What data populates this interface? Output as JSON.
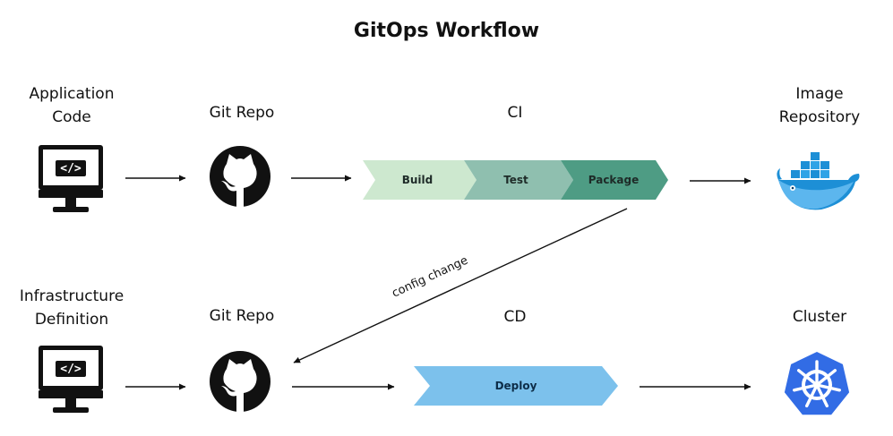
{
  "title": "GitOps Workflow",
  "labels": {
    "application_code": "Application\nCode",
    "git_repo_top": "Git Repo",
    "ci": "CI",
    "image_repository": "Image\nRepository",
    "infrastructure_definition": "Infrastructure\nDefinition",
    "git_repo_bottom": "Git Repo",
    "cd": "CD",
    "cluster": "Cluster"
  },
  "ci_stages": [
    "Build",
    "Test",
    "Package"
  ],
  "cd_stage": "Deploy",
  "config_change_label": "config change",
  "monitor_code": "</>",
  "colors": {
    "build": "#cde8cf",
    "test": "#8fbfaf",
    "package": "#4e9c84",
    "deploy": "#7cc1ec",
    "docker_blue": "#1d8fd6",
    "kubernetes_blue": "#326ce5",
    "ink": "#111111"
  },
  "icons": {
    "monitor": "monitor-code-icon",
    "github": "github-icon",
    "docker": "docker-whale-icon",
    "kubernetes": "kubernetes-helm-icon"
  }
}
